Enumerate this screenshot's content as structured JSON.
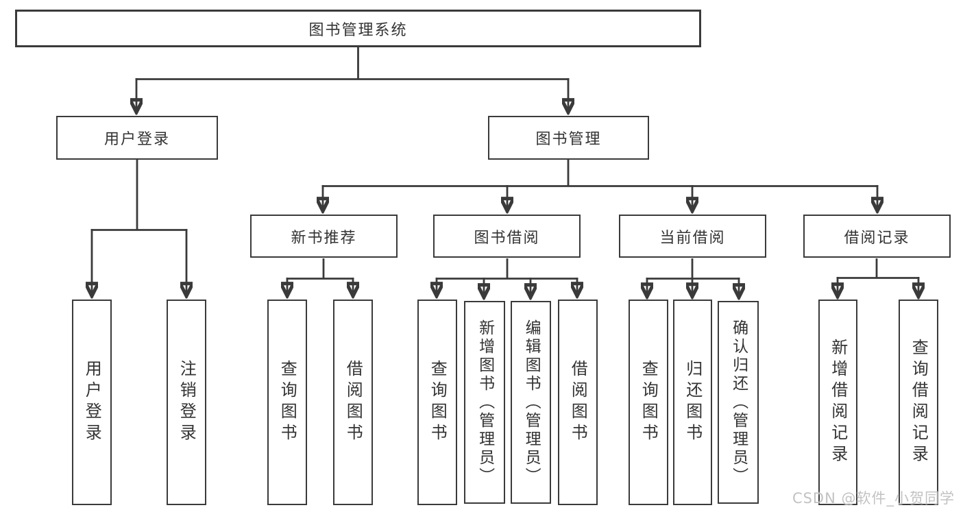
{
  "diagram": {
    "root": {
      "label": "图书管理系统"
    },
    "branches": {
      "user_login": {
        "label": "用户登录",
        "children": {
          "login": {
            "label": "用户登录"
          },
          "logout": {
            "label": "注销登录"
          }
        }
      },
      "book_mgmt": {
        "label": "图书管理",
        "children": {
          "new_books": {
            "label": "新书推荐",
            "children": {
              "query": {
                "label": "查询图书"
              },
              "borrow": {
                "label": "借阅图书"
              }
            }
          },
          "book_borrow": {
            "label": "图书借阅",
            "children": {
              "query": {
                "label": "查询图书"
              },
              "add": {
                "label": "新增图书（管理员）"
              },
              "edit": {
                "label": "编辑图书（管理员）"
              },
              "borrow": {
                "label": "借阅图书"
              }
            }
          },
          "current_borrow": {
            "label": "当前借阅",
            "children": {
              "query": {
                "label": "查询图书"
              },
              "return": {
                "label": "归还图书"
              },
              "confirm": {
                "label": "确认归还（管理员）"
              }
            }
          },
          "borrow_records": {
            "label": "借阅记录",
            "children": {
              "add": {
                "label": "新增借阅记录"
              },
              "query": {
                "label": "查询借阅记录"
              }
            }
          }
        }
      }
    },
    "watermark": "CSDN @软件_小贺同学",
    "colors": {
      "line": "#3a3a3a",
      "text": "#333333",
      "background": "#ffffff",
      "watermark": "#bdbdbd"
    }
  }
}
